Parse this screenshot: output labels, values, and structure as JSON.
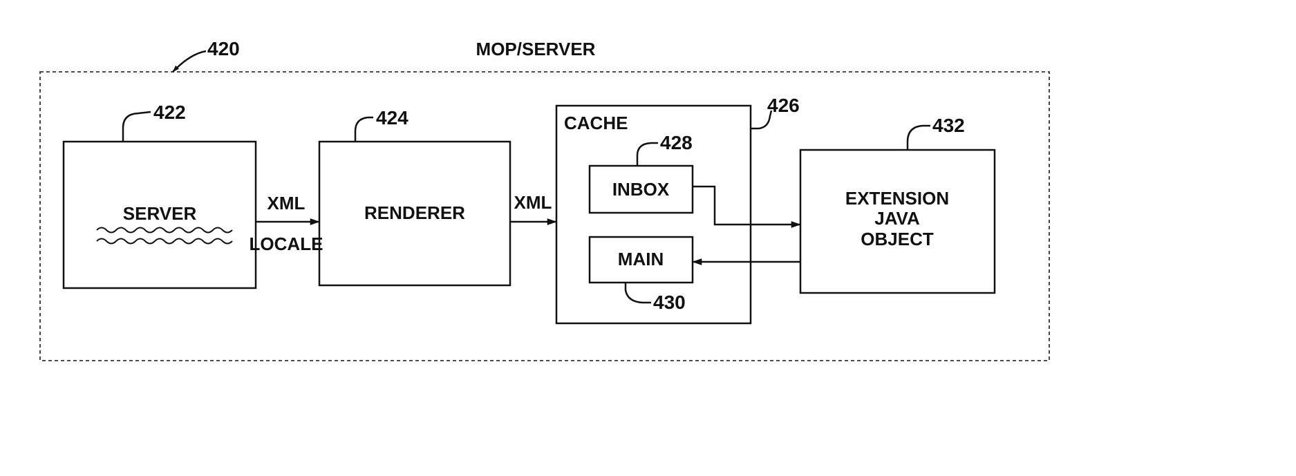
{
  "diagram": {
    "title": "MOP/SERVER",
    "ref_outer": "420",
    "server": {
      "label": "SERVER",
      "ref": "422"
    },
    "renderer": {
      "label": "RENDERER",
      "ref": "424"
    },
    "cache": {
      "label": "CACHE",
      "ref": "426"
    },
    "inbox": {
      "label": "INBOX",
      "ref": "428"
    },
    "main": {
      "label": "MAIN",
      "ref": "430"
    },
    "extension": {
      "line1": "EXTENSION",
      "line2": "JAVA",
      "line3": "OBJECT",
      "ref": "432"
    },
    "edge_server_renderer": {
      "top": "XML",
      "bottom": "LOCALE"
    },
    "edge_renderer_cache": {
      "top": "XML"
    }
  }
}
